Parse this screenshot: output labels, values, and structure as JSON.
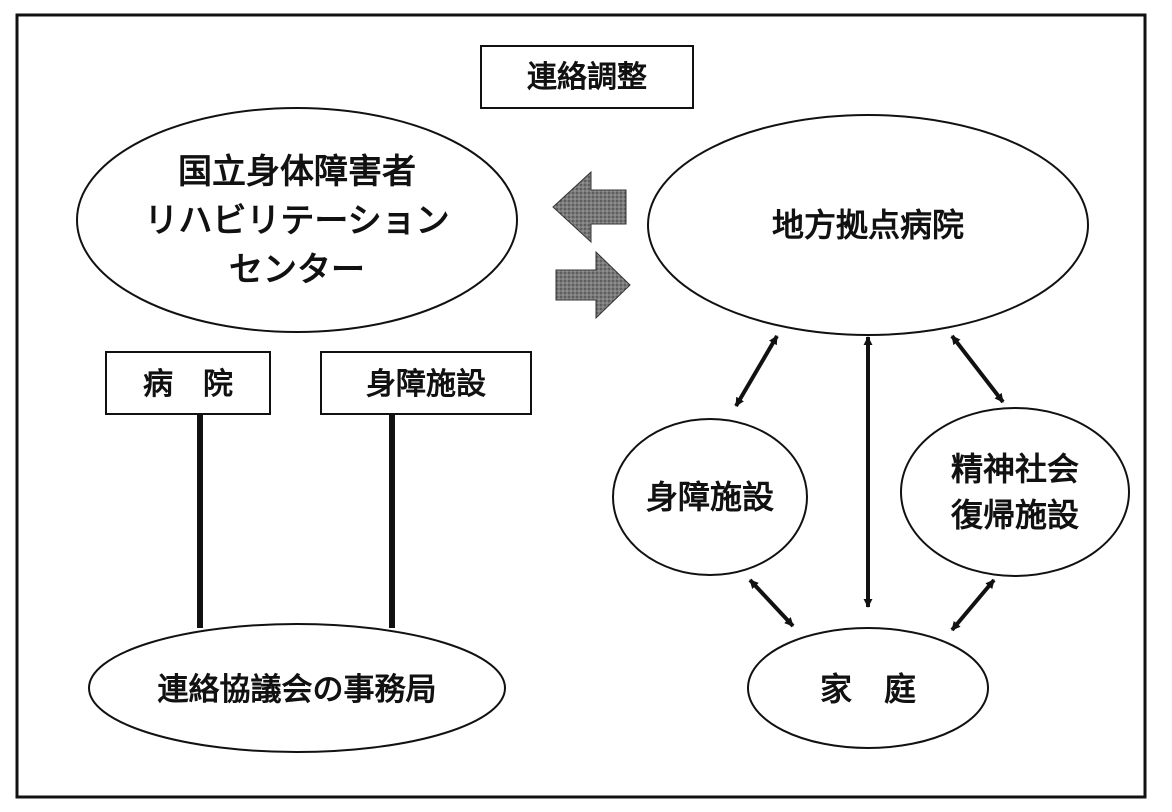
{
  "header_box": {
    "text": "連絡調整"
  },
  "nodes": {
    "national_center": {
      "lines": [
        "国立身体障害者",
        "リハビリテーション",
        "センター"
      ]
    },
    "regional_hospital": {
      "text": "地方拠点病院"
    },
    "hospital_box": {
      "text": "病　院"
    },
    "disability_facility_box": {
      "text": "身障施設"
    },
    "council_office": {
      "text": "連絡協議会の事務局"
    },
    "disability_facility_circle": {
      "text": "身障施設"
    },
    "mental_rehab_facility": {
      "lines": [
        "精神社会",
        "復帰施設"
      ]
    },
    "home": {
      "text": "家　庭"
    }
  },
  "colors": {
    "line": "#111111",
    "fill": "#ffffff",
    "arrow_fill": "#6e6e6e"
  }
}
